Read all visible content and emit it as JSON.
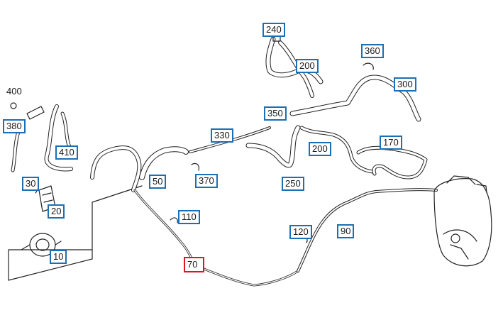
{
  "diagram": {
    "highlight_color": "#e0141e",
    "callout_color": "#1a6fb5",
    "part_labels": {
      "p10": "10",
      "p20": "20",
      "p30": "30",
      "p50": "50",
      "p70": "70",
      "p90": "90",
      "p110": "110",
      "p120": "120",
      "p170": "170",
      "p200a": "200",
      "p200b": "200",
      "p240": "240",
      "p250": "250",
      "p300": "300",
      "p330": "330",
      "p350": "350",
      "p360": "360",
      "p370": "370",
      "p380": "380",
      "p400": "400",
      "p410": "410"
    },
    "highlighted_part": "70"
  }
}
